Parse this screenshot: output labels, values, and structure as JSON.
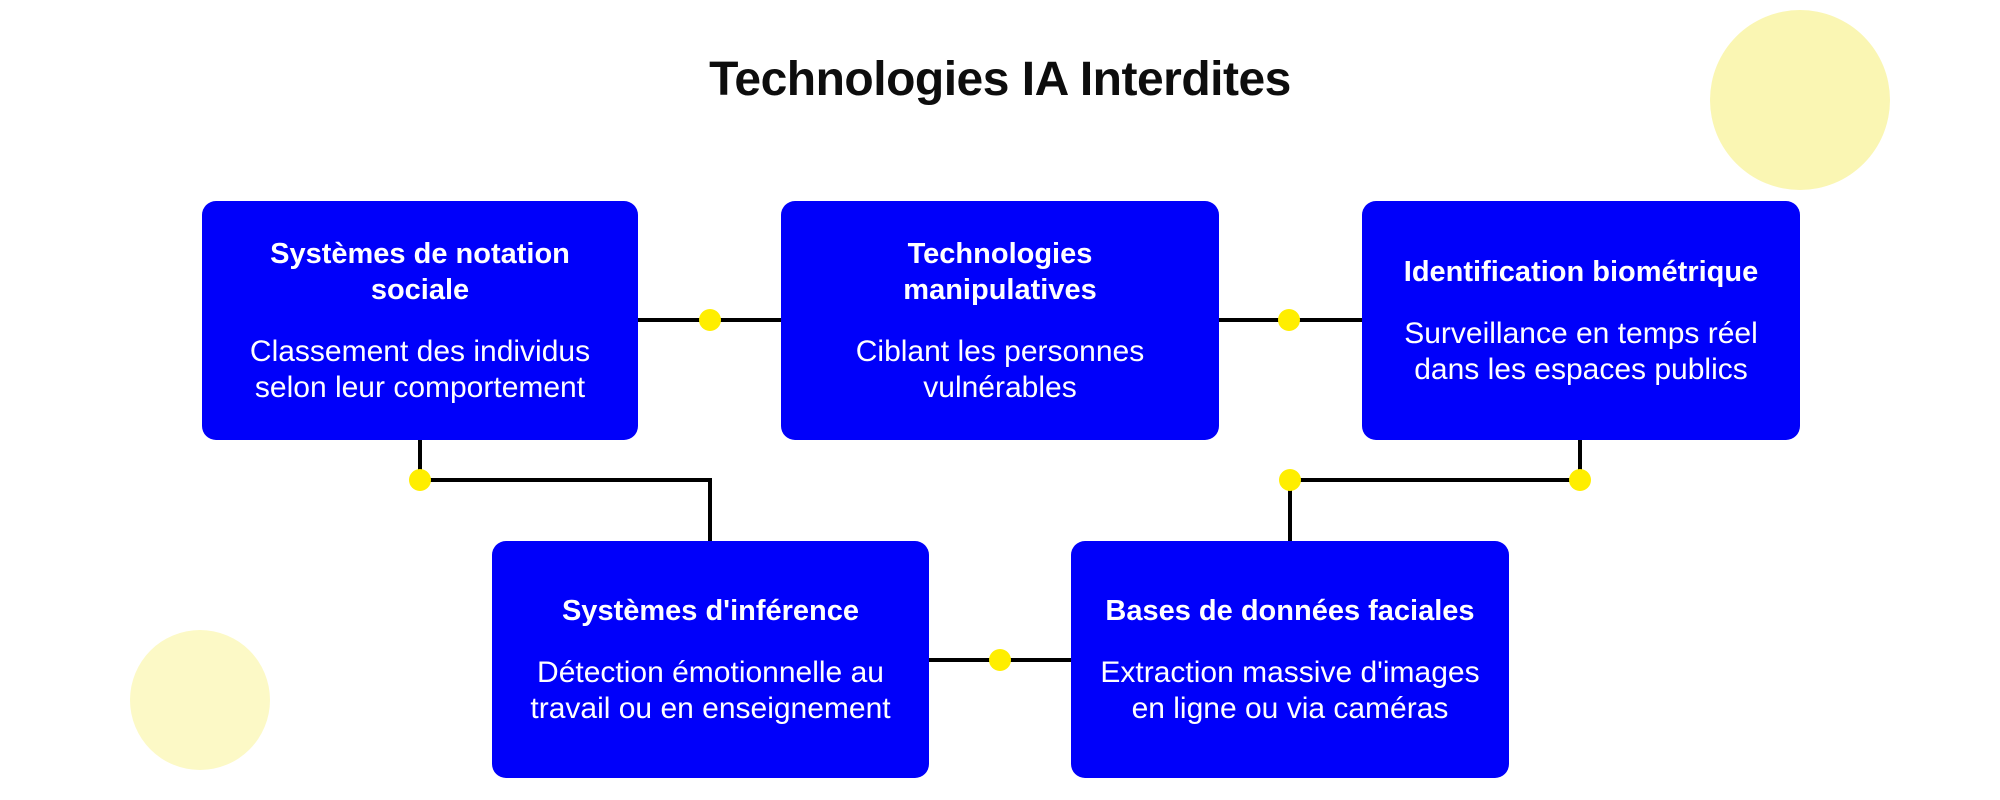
{
  "title": "Technologies IA Interdites",
  "colors": {
    "box_blue": "#0000fa",
    "connector_black": "#000000",
    "dot_yellow": "#ffee00",
    "title_black": "#0d0d0d",
    "circle_top_right": "#faf6b3",
    "circle_bottom_left": "#fcf9c6"
  },
  "boxes": [
    {
      "heading": "Systèmes de notation sociale",
      "body": "Classement des individus\nselon leur comportement"
    },
    {
      "heading": "Technologies manipulatives",
      "body": "Ciblant les personnes\nvulnérables"
    },
    {
      "heading": "Identification biométrique",
      "body": "Surveillance en temps réel\ndans les espaces publics"
    },
    {
      "heading": "Systèmes d'inférence",
      "body": "Détection émotionnelle au\ntravail ou en enseignement"
    },
    {
      "heading": "Bases de données faciales",
      "body": "Extraction massive d'images\nen ligne ou via caméras"
    }
  ]
}
